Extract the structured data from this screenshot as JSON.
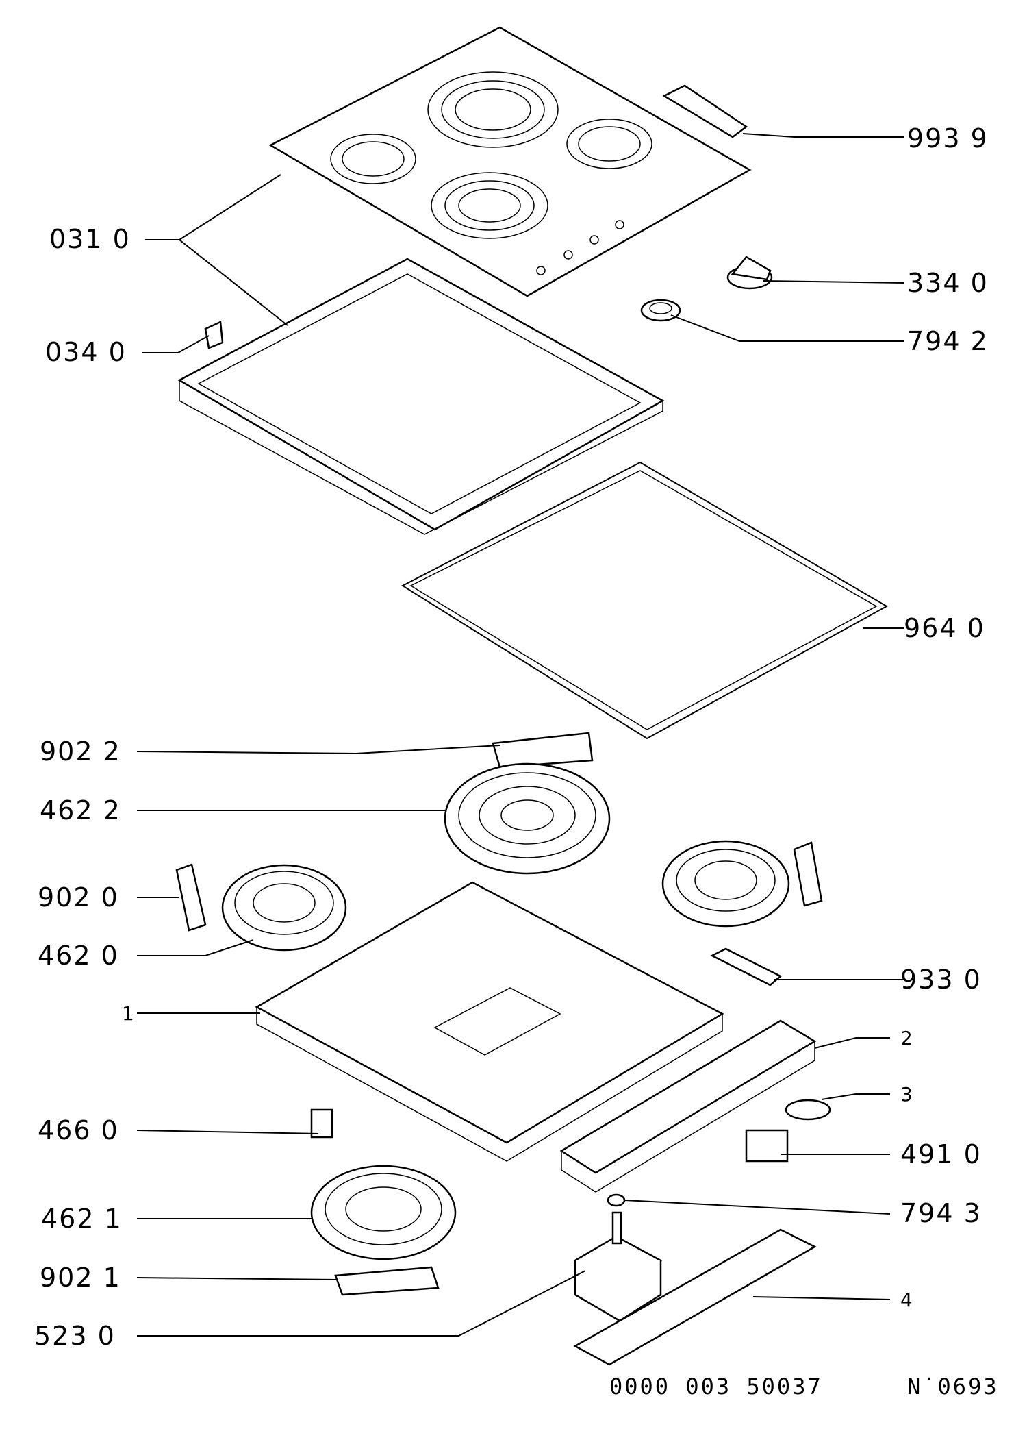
{
  "labels": {
    "p9939": "993  9",
    "p0310": "031  0",
    "p3340": "334  0",
    "p0340": "034  0",
    "p7942": "794  2",
    "p9640": "964  0",
    "p9022": "902  2",
    "p4622": "462  2",
    "p9020": "902  0",
    "p4620": "462  0",
    "p9330": "933  0",
    "p1": "1",
    "p2": "2",
    "p3": "3",
    "p4660": "466  0",
    "p4910": "491  0",
    "p4621": "462  1",
    "p7943": "794  3",
    "p9021": "902  1",
    "p4": "4",
    "p5230": "523  0"
  },
  "footer": {
    "code": "0000 003 50037",
    "ref": "N˙0693"
  }
}
